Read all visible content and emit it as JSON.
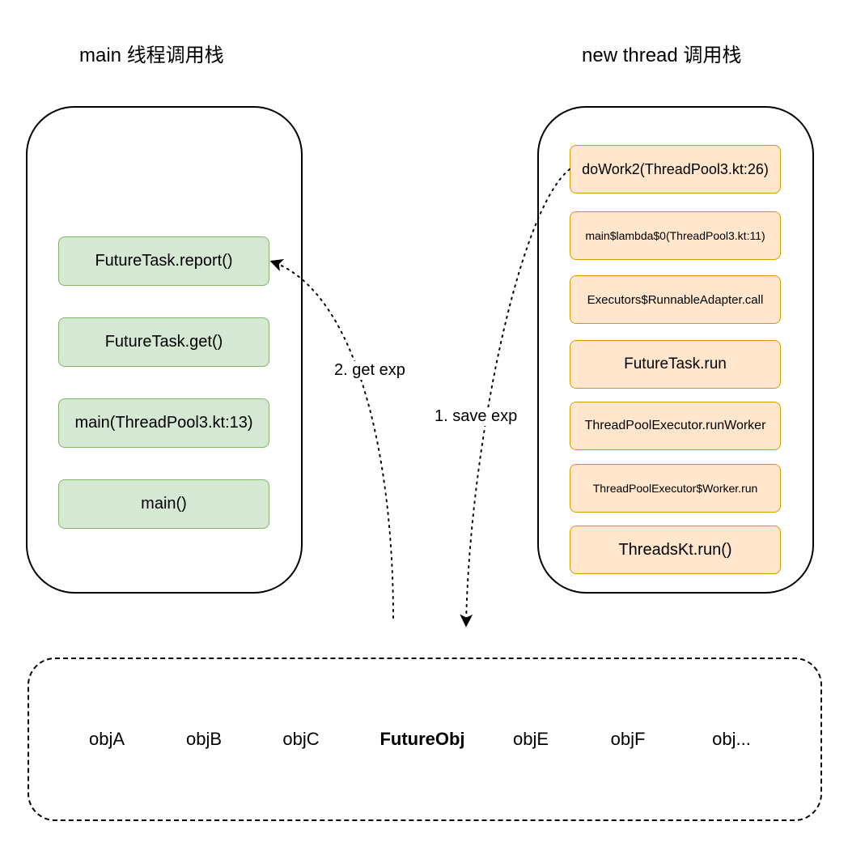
{
  "main_stack": {
    "title": "main 线程调用栈",
    "frames": [
      "FutureTask.report()",
      "FutureTask.get()",
      "main(ThreadPool3.kt:13)",
      "main()"
    ]
  },
  "thread_stack": {
    "title": "new thread 调用栈",
    "frames": [
      "doWork2(ThreadPool3.kt:26)",
      "main$lambda$0(ThreadPool3.kt:11)",
      "Executors$RunnableAdapter.call",
      "FutureTask.run",
      "ThreadPoolExecutor.runWorker",
      "ThreadPoolExecutor$Worker.run",
      "ThreadsKt.run()"
    ]
  },
  "edges": {
    "save": "1. save exp",
    "get": "2. get exp"
  },
  "heap": {
    "objects": [
      "objA",
      "objB",
      "objC",
      "FutureObj",
      "objE",
      "objF",
      "obj..."
    ]
  },
  "colors": {
    "green_fill": "#d5e8d4",
    "green_stroke": "#82b366",
    "orange_fill": "#ffe6cc",
    "orange_stroke": "#d79b00"
  }
}
